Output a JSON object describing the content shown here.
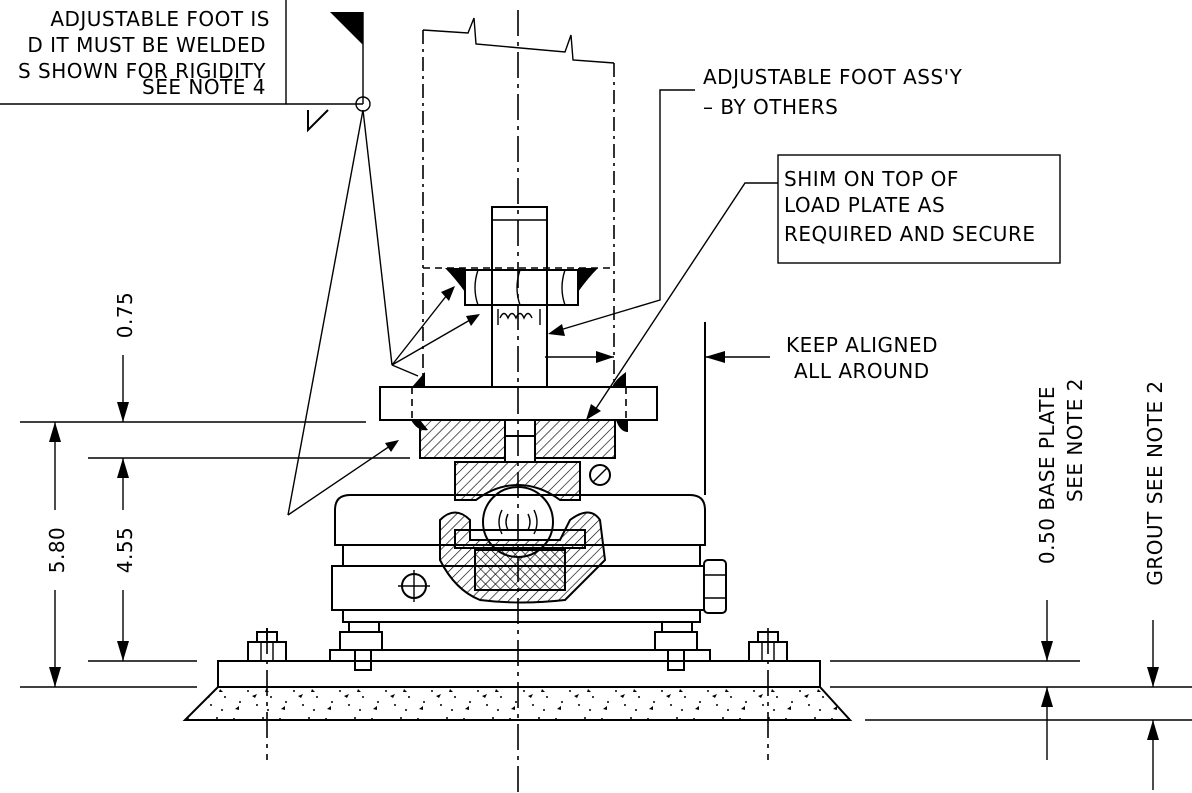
{
  "notes": {
    "weld_note": [
      "ADJUSTABLE FOOT IS",
      "D IT MUST BE WELDED",
      "S SHOWN FOR RIGIDITY",
      "SEE NOTE 4"
    ],
    "adjustable_foot": [
      "ADJUSTABLE FOOT ASS'Y",
      "– BY OTHERS"
    ],
    "shim": [
      "SHIM ON TOP OF",
      "LOAD PLATE AS",
      "REQUIRED AND SECURE"
    ],
    "keep_aligned": [
      "KEEP ALIGNED",
      "ALL AROUND"
    ]
  },
  "dimensions": {
    "d075": "0.75",
    "d580": "5.80",
    "d455": "4.55",
    "base_plate": [
      "0.50 BASE PLATE",
      "SEE NOTE 2"
    ],
    "grout": "GROUT SEE NOTE 2"
  },
  "colors": {
    "line": "#000000",
    "background": "#ffffff"
  }
}
